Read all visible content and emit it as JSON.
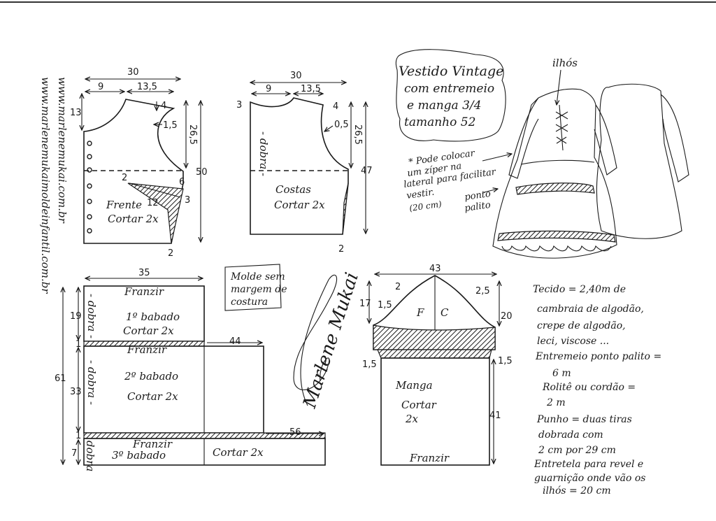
{
  "side_urls": [
    "www.marlenemukai.com.br",
    "www.marlenemukaimoldeinfantil.com.br"
  ],
  "title": [
    "Vestido Vintage",
    "com entremeio",
    "e manga 3/4",
    "tamanho 52"
  ],
  "front": {
    "name": "Frente",
    "cut": "Cortar 2x",
    "dims": {
      "width": "30",
      "neck_w": "9",
      "shoulder": "13,5",
      "neck_d": "13",
      "s4": "4",
      "s15": "1,5",
      "armhole": "26,5",
      "total": "50",
      "d2": "2",
      "d6": "6",
      "d12": "12",
      "d3": "3",
      "d2b": "2"
    }
  },
  "back": {
    "name": "Costas",
    "cut": "Cortar 2x",
    "fold": "- dobra -",
    "dims": {
      "width": "30",
      "neck_w": "9",
      "shoulder": "13,5",
      "s3": "3",
      "s4": "4",
      "s05": "0,5",
      "armhole": "26,5",
      "total": "47",
      "d2": "2"
    }
  },
  "ruffle1": {
    "gather": "Franzir",
    "name": "1º babado",
    "cut": "Cortar 2x",
    "fold": "- dobra -",
    "w": "35",
    "h": "19"
  },
  "ruffle2": {
    "gather": "Franzir",
    "name": "2º babado",
    "cut": "Cortar 2x",
    "fold": "- dobra -",
    "w": "44",
    "h": "33"
  },
  "ruffle3": {
    "gather": "Franzir",
    "name": "3º babado",
    "cut": "Cortar 2x",
    "fold": "dobra",
    "w": "56",
    "h": "7"
  },
  "skirt_total": "61",
  "one_a": "1",
  "one_b": "1",
  "no_seam": [
    "Molde sem",
    "margem de",
    "costura"
  ],
  "signature": "Marlene Mukai",
  "sleeve": {
    "name": "Manga",
    "cut": "Cortar",
    "cut2": "2x",
    "gather": "Franzir",
    "front": "F",
    "back": "C",
    "dims": {
      "width": "43",
      "cap_l": "2",
      "cap_r": "2,5",
      "h_l": "17",
      "s_l": "1,5",
      "h_r": "20",
      "b_l": "1,5",
      "b_r": "1,5",
      "length": "41"
    }
  },
  "eyelet": "ilhós",
  "zip_note": [
    "* Pode colocar",
    "um zíper na",
    "lateral para facilitar",
    "vestir.",
    "(20 cm)"
  ],
  "ponto_palito": [
    "ponto",
    "palito"
  ],
  "materials": [
    "Tecido = 2,40m  de",
    "cambraia de algodão,",
    "crepe de algodão,",
    "leci, viscose ...",
    "Entremeio ponto palito =",
    "6 m",
    "Rolitê ou cordão =",
    "2 m",
    "Punho = duas tiras",
    "dobrada  com",
    "2 cm  por  29 cm",
    "Entretela para revel e",
    "guarnição onde vão os",
    "ilhós = 20 cm"
  ]
}
